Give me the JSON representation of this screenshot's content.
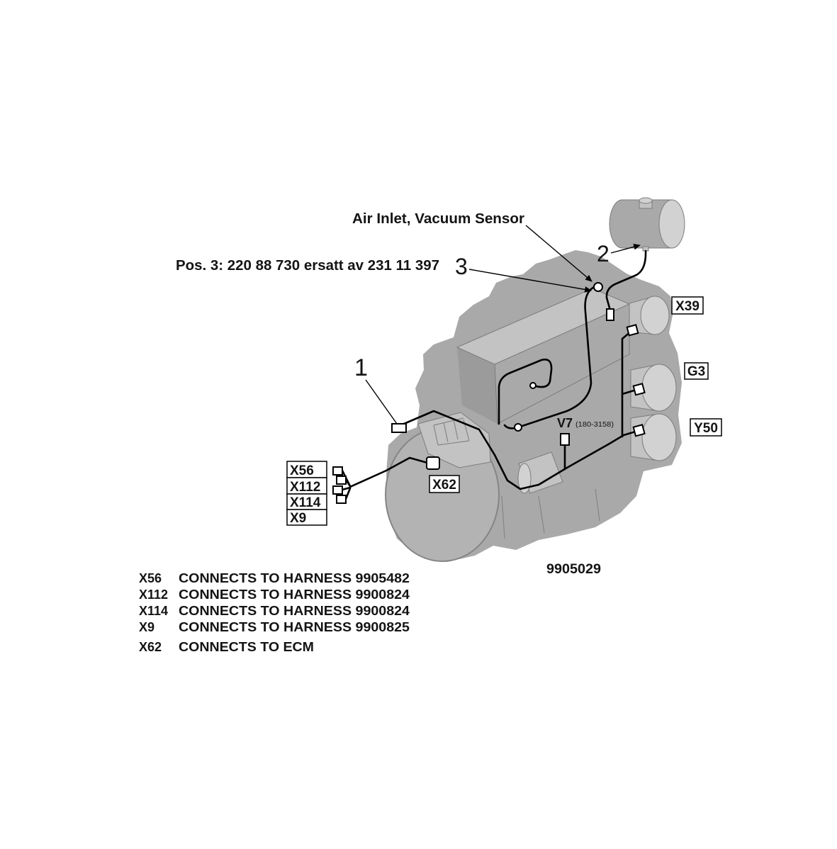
{
  "colors": {
    "engine": "#a9a9a9",
    "component": "#c3c3c3",
    "harness": "#000000"
  },
  "callouts": {
    "air_inlet_vacuum_sensor": "Air Inlet, Vacuum Sensor",
    "pos3_note": "Pos. 3: 220 88 730 ersatt av 231 11 397",
    "item_1": "1",
    "item_2": "2",
    "item_3": "3"
  },
  "connectors": {
    "x39": "X39",
    "g3": "G3",
    "y50": "Y50",
    "v7": "V7",
    "v7_note": "(180-3158)",
    "x56": "X56",
    "x112": "X112",
    "x114": "X114",
    "x9": "X9",
    "x62": "X62"
  },
  "figure_number": "9905029",
  "legend": [
    {
      "code": "X56",
      "text": "CONNECTS TO HARNESS 9905482"
    },
    {
      "code": "X112",
      "text": "CONNECTS TO HARNESS 9900824"
    },
    {
      "code": "X114",
      "text": "CONNECTS TO HARNESS 9900824"
    },
    {
      "code": "X9",
      "text": "CONNECTS TO HARNESS 9900825"
    },
    {
      "code": "X62",
      "text": "CONNECTS TO ECM"
    }
  ]
}
